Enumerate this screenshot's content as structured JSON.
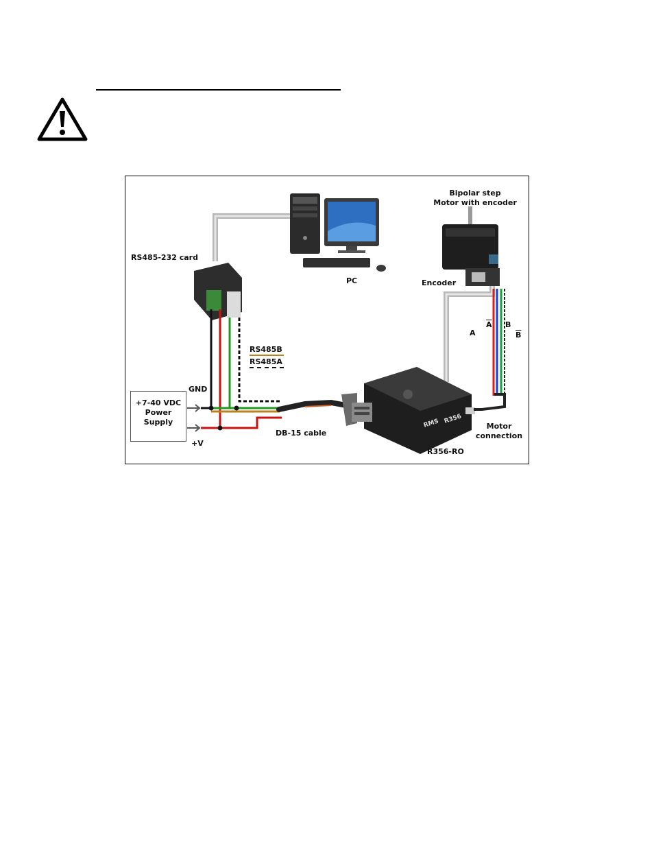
{
  "diagram": {
    "labels": {
      "motor_title_1": "Bipolar step",
      "motor_title_2": "Motor with encoder",
      "rs_card": "RS485-232 card",
      "pc": "PC",
      "encoder": "Encoder",
      "wire_a": "A",
      "wire_a_bar": "A",
      "wire_b": "B",
      "wire_b_bar": "B",
      "rs485b": "RS485B",
      "rs485a": "RS485A",
      "gnd": "GND",
      "psu_1": "+7-40 VDC",
      "psu_2": "Power",
      "psu_3": "Supply",
      "vplus": "+V",
      "db15": "DB-15 cable",
      "motor_conn_1": "Motor",
      "motor_conn_2": "connection",
      "controller": "R356-RO",
      "brand": "RMS",
      "model": "R356"
    },
    "colors": {
      "gnd_wire": "#111111",
      "v_wire": "#cc1111",
      "rs485a_wire": "#1f9a1f",
      "rs485b_wire": "#b9821f",
      "cable_gray": "#b8b8b8",
      "motor_red": "#d42020",
      "motor_blue": "#1a3fd0",
      "motor_green": "#18a040"
    },
    "icons": [
      "warning-icon",
      "computer-tower-icon",
      "monitor-icon",
      "keyboard-icon",
      "mouse-icon",
      "stepper-motor-icon",
      "controller-icon",
      "adapter-card-icon"
    ]
  }
}
